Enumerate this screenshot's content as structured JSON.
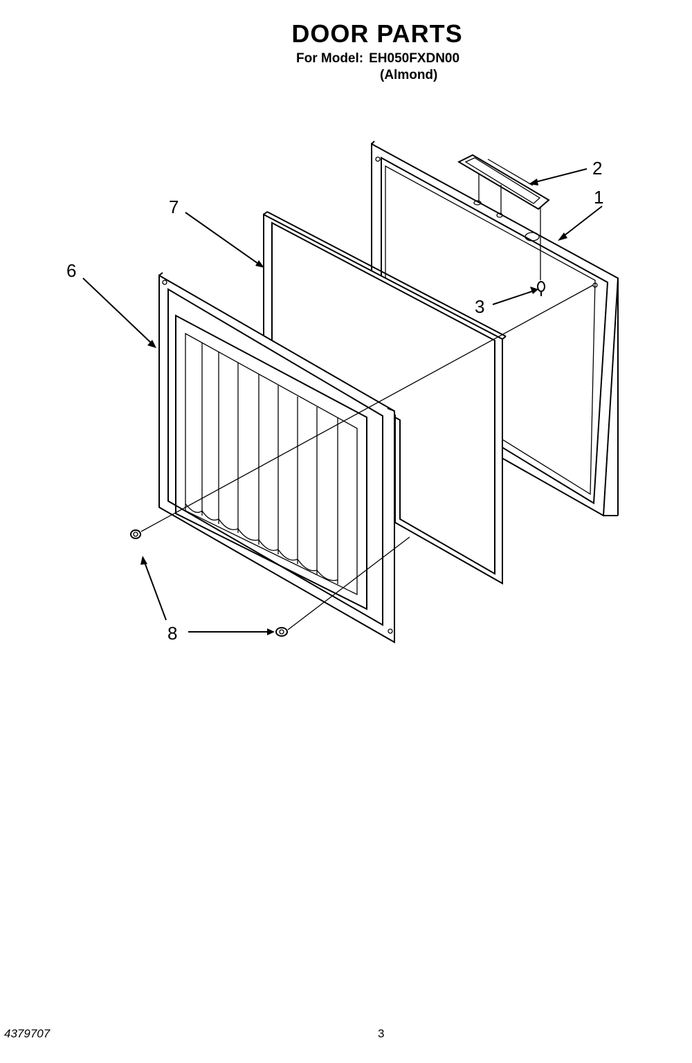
{
  "header": {
    "title": "DOOR PARTS",
    "model_label": "For Model:",
    "model_number": "EH050FXDN00",
    "color": "(Almond)"
  },
  "callouts": {
    "c1": "1",
    "c2": "2",
    "c3": "3",
    "c6": "6",
    "c7": "7",
    "c8": "8"
  },
  "footer": {
    "doc_number": "4379707",
    "page_number": "3"
  }
}
